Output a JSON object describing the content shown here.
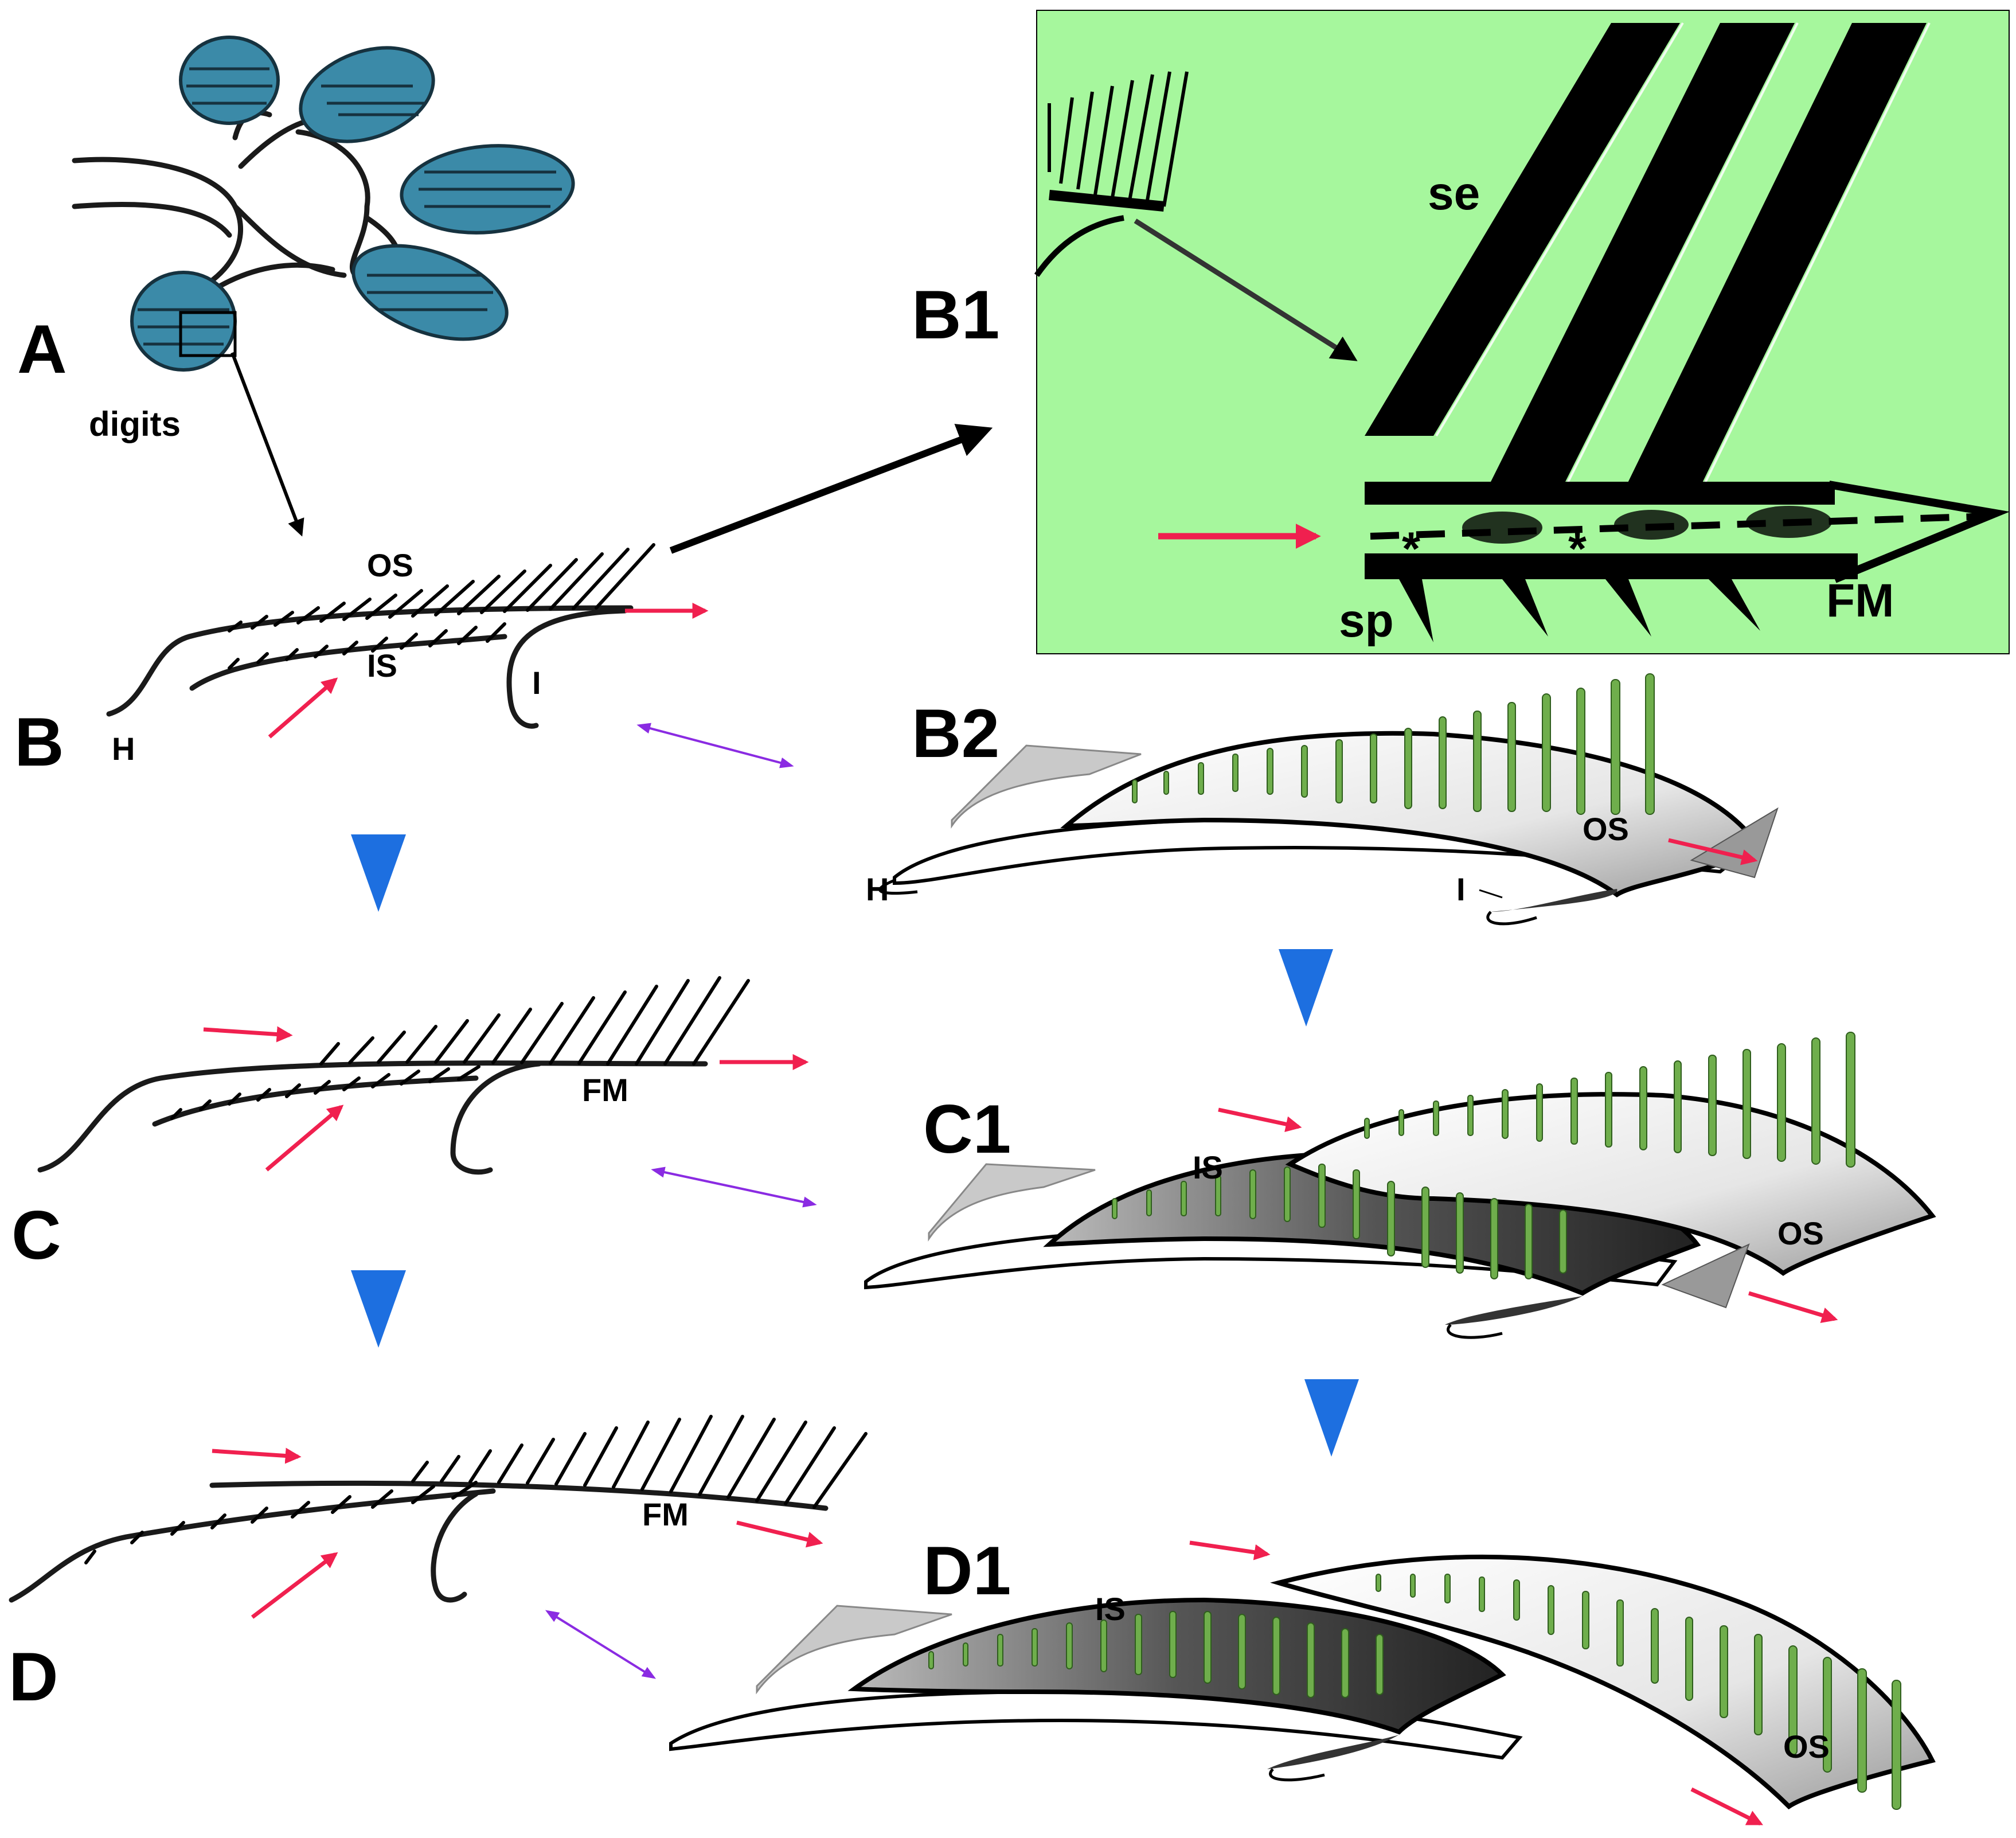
{
  "colors": {
    "b1_background": "#a6f79d",
    "digit_fill": "#3b8aa8",
    "arrow_red": "#f0204f",
    "arrow_blue": "#1d6fe0",
    "arrow_purple": "#8a2be2",
    "spine_green": "#6fae4c"
  },
  "panels": {
    "A": "A",
    "B": "B",
    "C": "C",
    "D": "D",
    "B1": "B1",
    "B2": "B2",
    "C1": "C1",
    "D1": "D1"
  },
  "labels": {
    "digits": "digits",
    "os": "OS",
    "is": "IS",
    "h": "H",
    "i": "I",
    "fm": "FM",
    "se": "se",
    "sp": "sp",
    "asterisk": "*"
  }
}
